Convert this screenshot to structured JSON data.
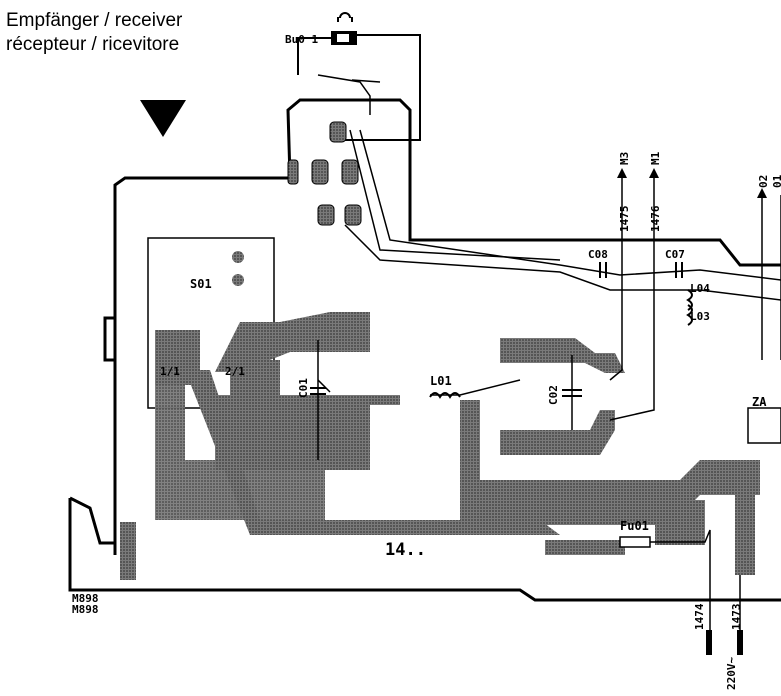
{
  "title": {
    "line1": "Empfänger / receiver",
    "line2": "récepteur / ricevitore"
  },
  "labels": {
    "bu01": "Bu0 1",
    "s01": "S01",
    "pin_1_1": "1/1",
    "pin_2_1": "2/1",
    "c01": "C01",
    "l01": "L01",
    "c02": "C02",
    "c08": "C08",
    "c07": "C07",
    "l04": "L04",
    "l03": "L03",
    "fu01": "Fu01",
    "board_code": "14..",
    "za": "ZA",
    "m898_a": "M898",
    "m898_b": "M898",
    "net_m3": "M3",
    "net_m1": "M1",
    "net_o2": "02",
    "net_o1": "01",
    "net_1475": "1475",
    "net_1476": "1476",
    "net_1474": "1474",
    "net_1473": "1473",
    "mains": "220V~"
  },
  "colors": {
    "ink": "#000000",
    "copper": "#6e6e6e",
    "copper_dark": "#4a4a4a",
    "paper": "#ffffff"
  },
  "icons": [
    "headphone-icon",
    "orientation-triangle-icon"
  ]
}
